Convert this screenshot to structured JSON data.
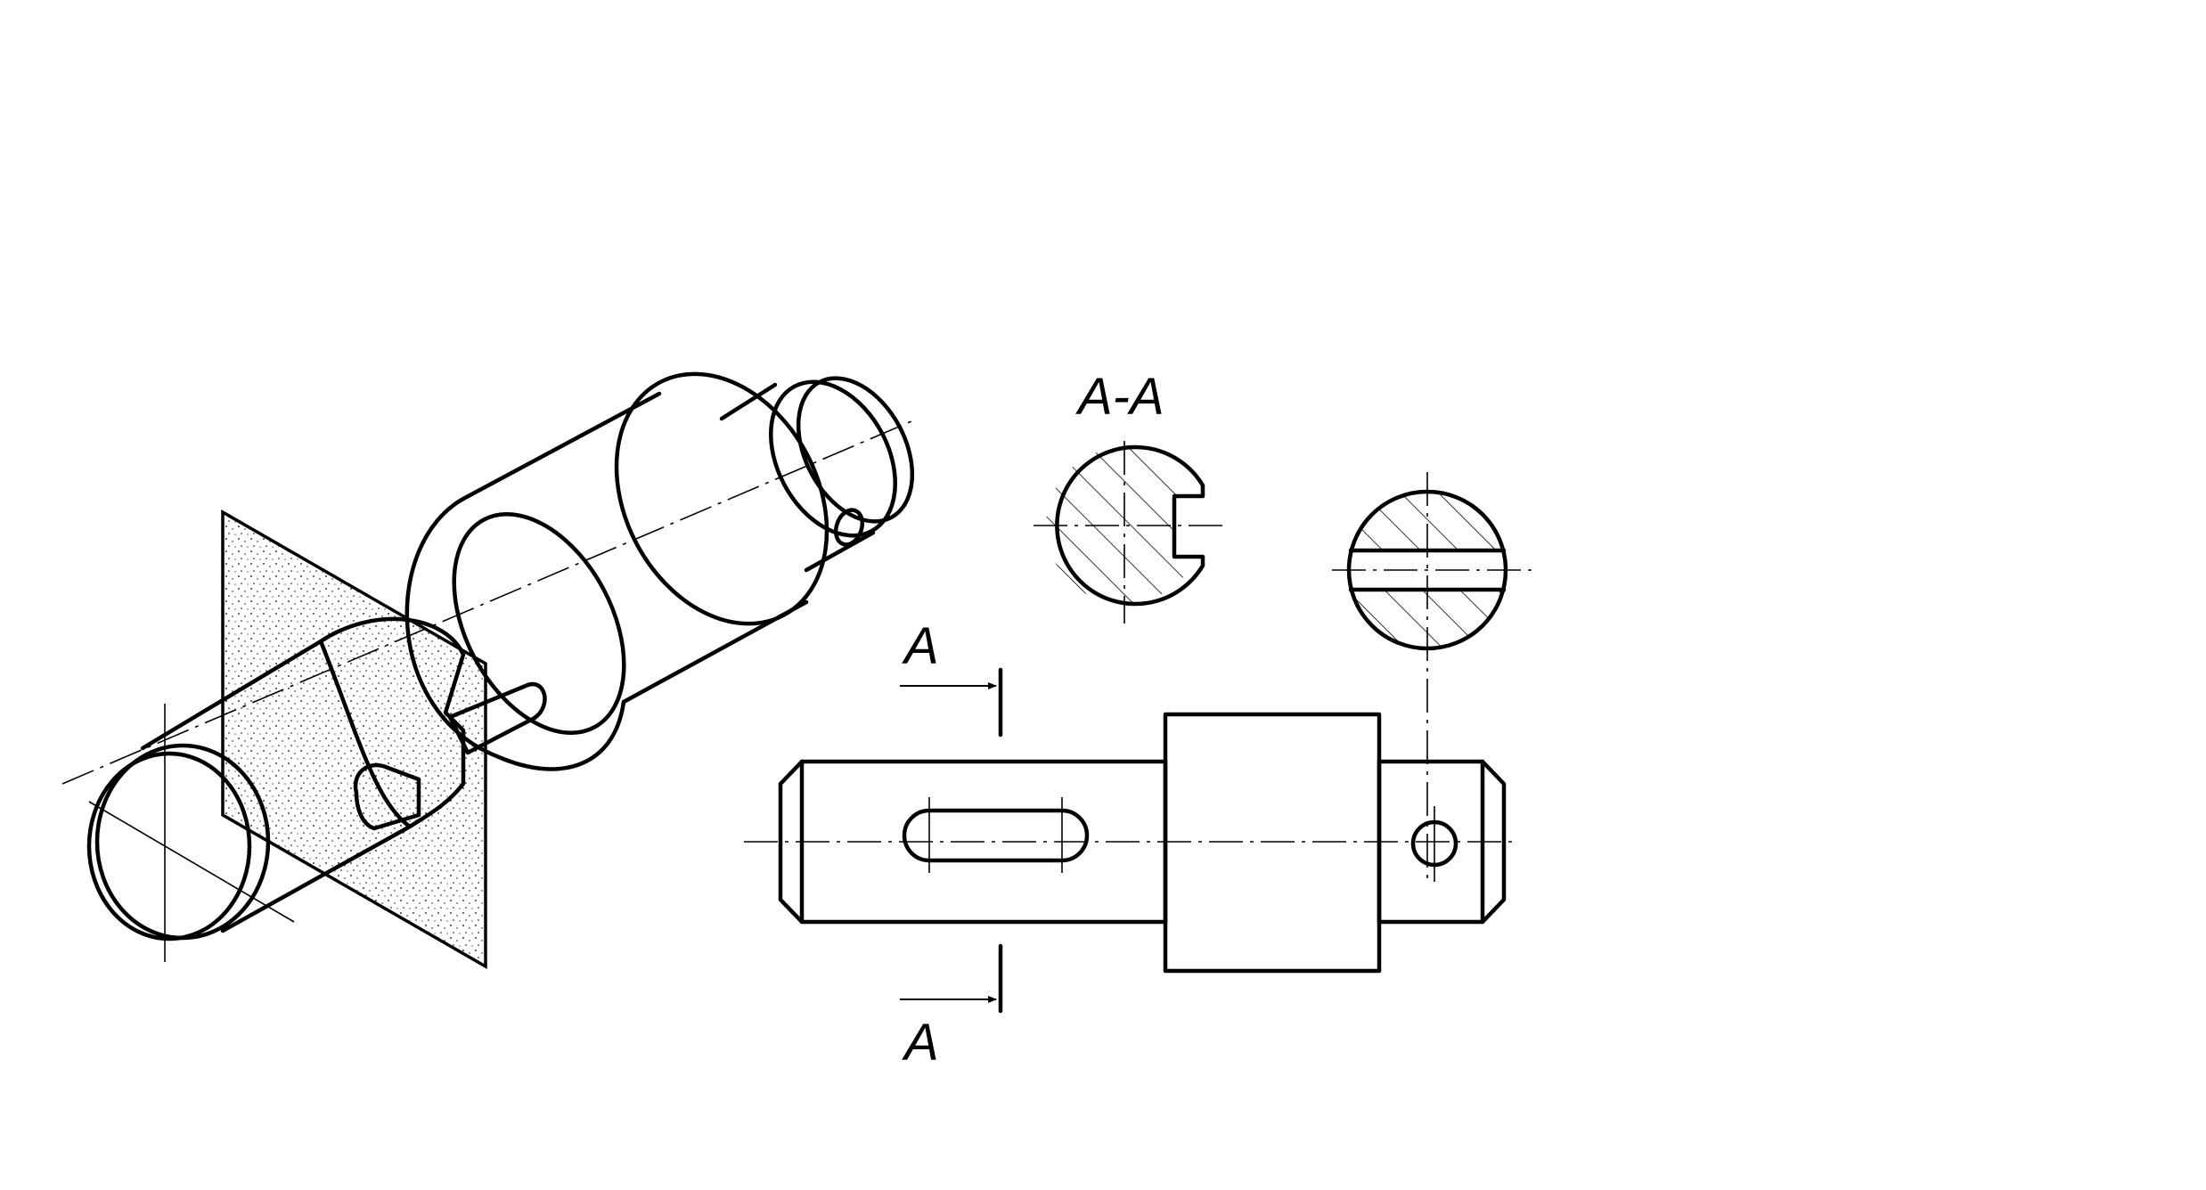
{
  "section_title": "A-A",
  "cut_label_top": "A",
  "cut_label_bottom": "A",
  "colors": {
    "line": "#000000",
    "background": "#ffffff",
    "stipple": "#000000"
  }
}
